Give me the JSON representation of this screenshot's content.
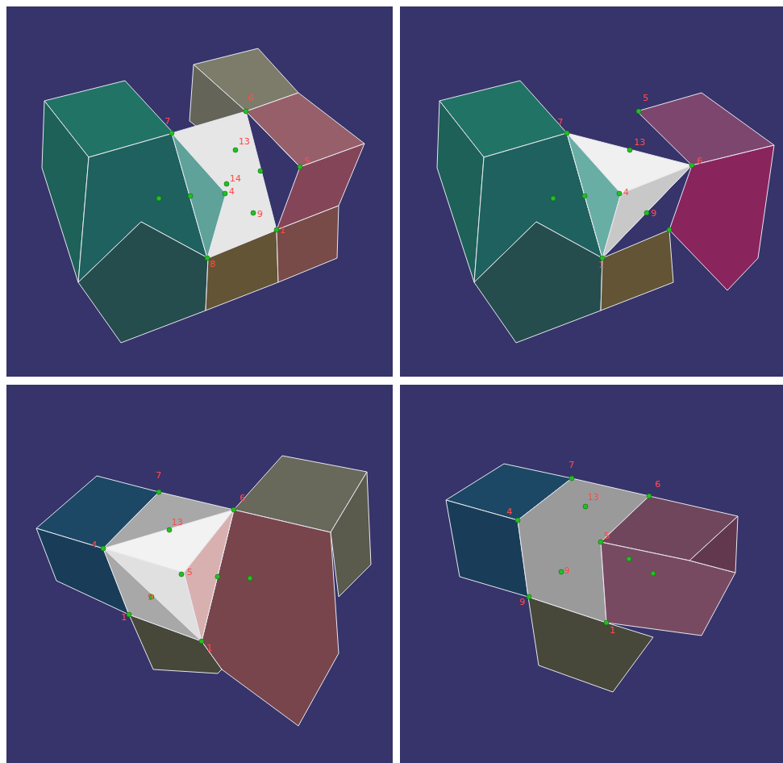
{
  "diagram": {
    "labels": [
      "7",
      "6",
      "13",
      "14",
      "4",
      "5",
      "9",
      "1",
      "8",
      "7",
      "5",
      "13",
      "6",
      "4",
      "9",
      "1",
      "7",
      "13",
      "6",
      "4",
      "5",
      "9",
      "1",
      "1",
      "7",
      "13",
      "6",
      "4",
      "5",
      "9",
      "9",
      "1"
    ]
  }
}
